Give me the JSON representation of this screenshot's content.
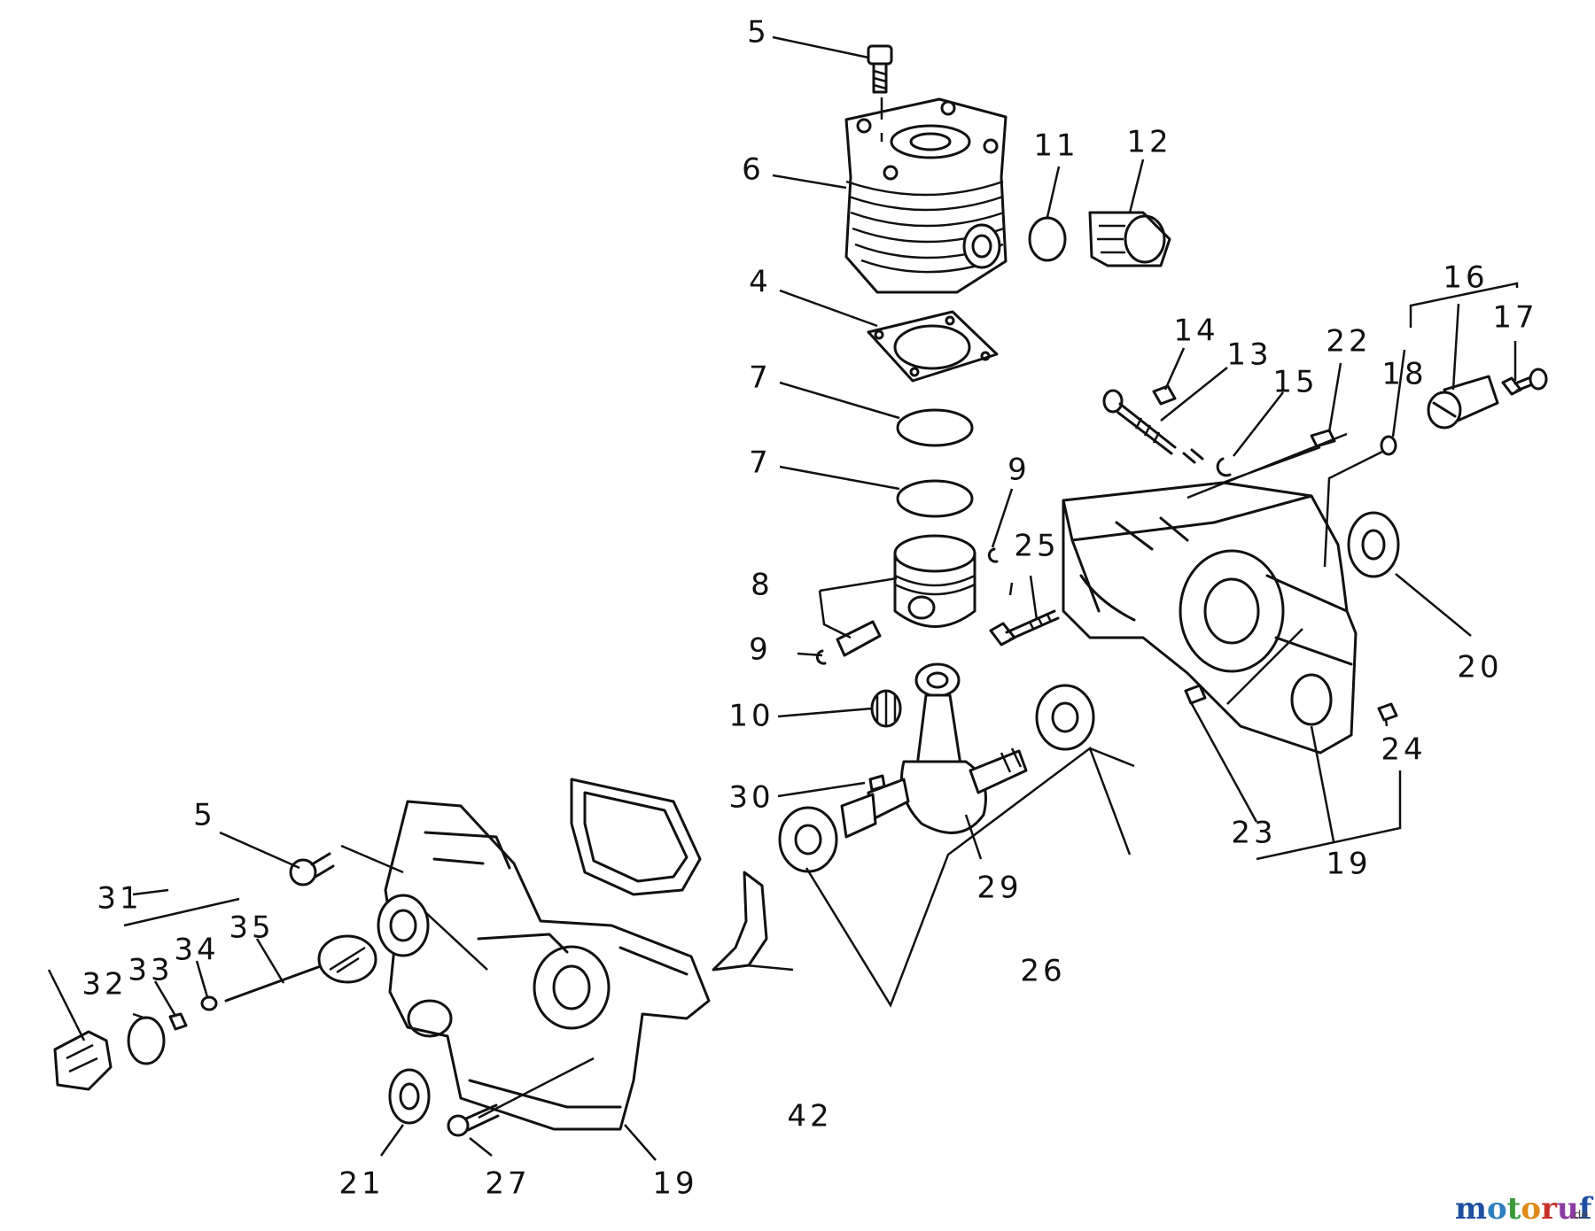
{
  "diagram": {
    "callouts": [
      {
        "id": "c5a",
        "text": "5"
      },
      {
        "id": "c6",
        "text": "6"
      },
      {
        "id": "c11",
        "text": "11"
      },
      {
        "id": "c12",
        "text": "12"
      },
      {
        "id": "c4",
        "text": "4"
      },
      {
        "id": "c7a",
        "text": "7"
      },
      {
        "id": "c7b",
        "text": "7"
      },
      {
        "id": "c8",
        "text": "8"
      },
      {
        "id": "c9a",
        "text": "9"
      },
      {
        "id": "c9b",
        "text": "9"
      },
      {
        "id": "c25",
        "text": "25"
      },
      {
        "id": "c10",
        "text": "10"
      },
      {
        "id": "c30",
        "text": "30"
      },
      {
        "id": "c29",
        "text": "29"
      },
      {
        "id": "c26",
        "text": "26"
      },
      {
        "id": "c14",
        "text": "14"
      },
      {
        "id": "c13",
        "text": "13"
      },
      {
        "id": "c15",
        "text": "15"
      },
      {
        "id": "c22",
        "text": "22"
      },
      {
        "id": "c16",
        "text": "16"
      },
      {
        "id": "c17",
        "text": "17"
      },
      {
        "id": "c18",
        "text": "18"
      },
      {
        "id": "c20",
        "text": "20"
      },
      {
        "id": "c24",
        "text": "24"
      },
      {
        "id": "c23",
        "text": "23"
      },
      {
        "id": "c19a",
        "text": "19"
      },
      {
        "id": "c5b",
        "text": "5"
      },
      {
        "id": "c31",
        "text": "31"
      },
      {
        "id": "c32",
        "text": "32"
      },
      {
        "id": "c33",
        "text": "33"
      },
      {
        "id": "c34",
        "text": "34"
      },
      {
        "id": "c35",
        "text": "35"
      },
      {
        "id": "c42",
        "text": "42"
      },
      {
        "id": "c21",
        "text": "21"
      },
      {
        "id": "c27",
        "text": "27"
      },
      {
        "id": "c19b",
        "text": "19"
      }
    ]
  },
  "watermark": {
    "letters": [
      "m",
      "o",
      "t",
      "o",
      "r",
      "u",
      "f"
    ],
    "letter_colors": [
      "#1f4fa0",
      "#2f7fc0",
      "#3a9a3a",
      "#e08a1a",
      "#c8302a",
      "#8a3aa0",
      "#1f4fa0"
    ],
    "suffix": ".de"
  },
  "colors": {
    "ink": "#111111",
    "background": "#ffffff"
  }
}
